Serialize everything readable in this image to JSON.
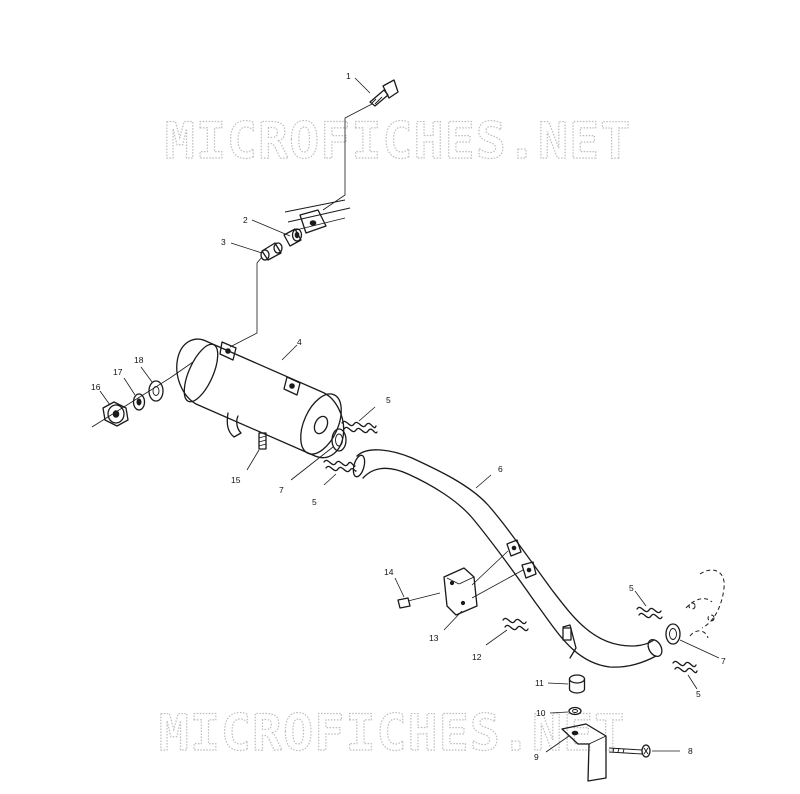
{
  "watermark": {
    "text": "MICROFICHES.NET"
  },
  "callouts": {
    "c1": "1",
    "c2": "2",
    "c3": "3",
    "c4": "4",
    "c5a": "5",
    "c5b": "5",
    "c5c": "5",
    "c5d": "5",
    "c6": "6",
    "c7a": "7",
    "c7b": "7",
    "c8": "8",
    "c9": "9",
    "c10": "10",
    "c11": "11",
    "c12": "12",
    "c13": "13",
    "c14": "14",
    "c15": "15",
    "c16": "16",
    "c17": "17",
    "c18": "18"
  }
}
